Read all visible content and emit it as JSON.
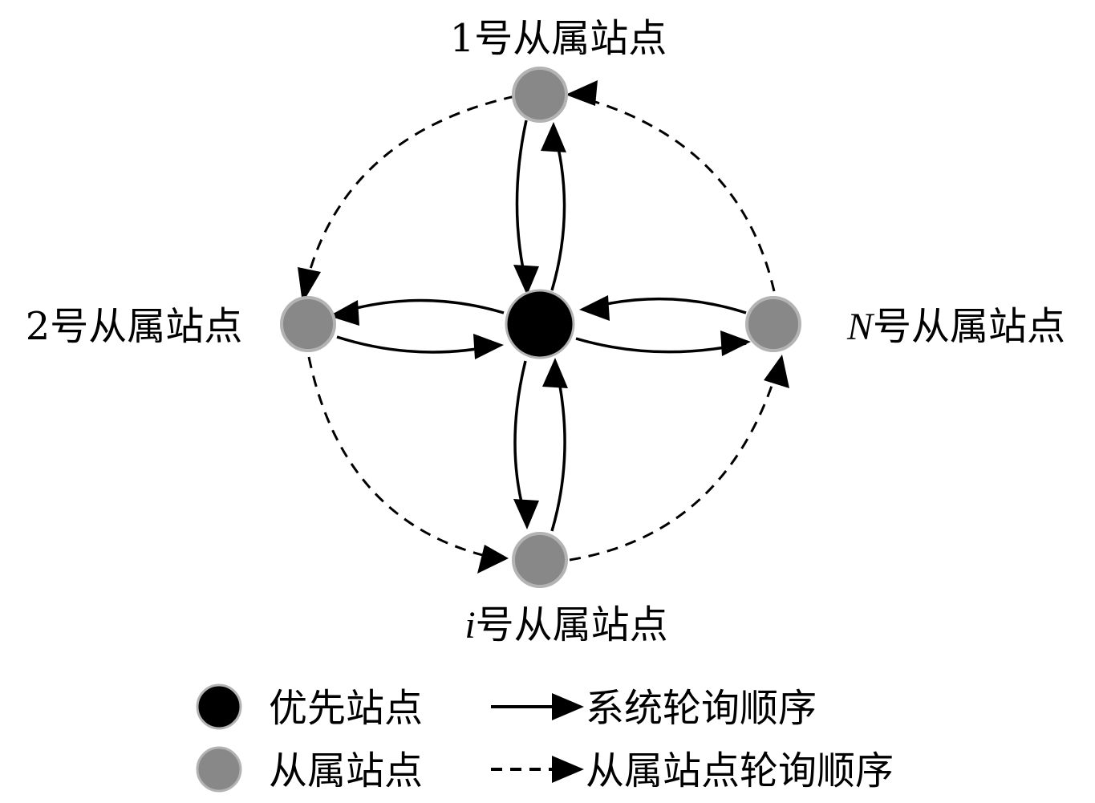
{
  "nodes": {
    "priority": {
      "kind": "优先站点"
    },
    "slave_1": {
      "label_prefix": "1",
      "label_suffix": "号从属站点"
    },
    "slave_2": {
      "label_prefix": "2",
      "label_suffix": "号从属站点"
    },
    "slave_i": {
      "label_prefix": "i",
      "label_suffix": "号从属站点"
    },
    "slave_n": {
      "label_prefix": "N",
      "label_suffix": "号从属站点"
    }
  },
  "legend": {
    "priority_node": "优先站点",
    "slave_node": "从属站点",
    "system_polling": "系统轮询顺序",
    "slave_polling": "从属站点轮询顺序"
  },
  "colors": {
    "priority_fill": "#000000",
    "slave_fill": "#888888",
    "node_stroke": "#b3b3b3",
    "arrow": "#000000"
  }
}
